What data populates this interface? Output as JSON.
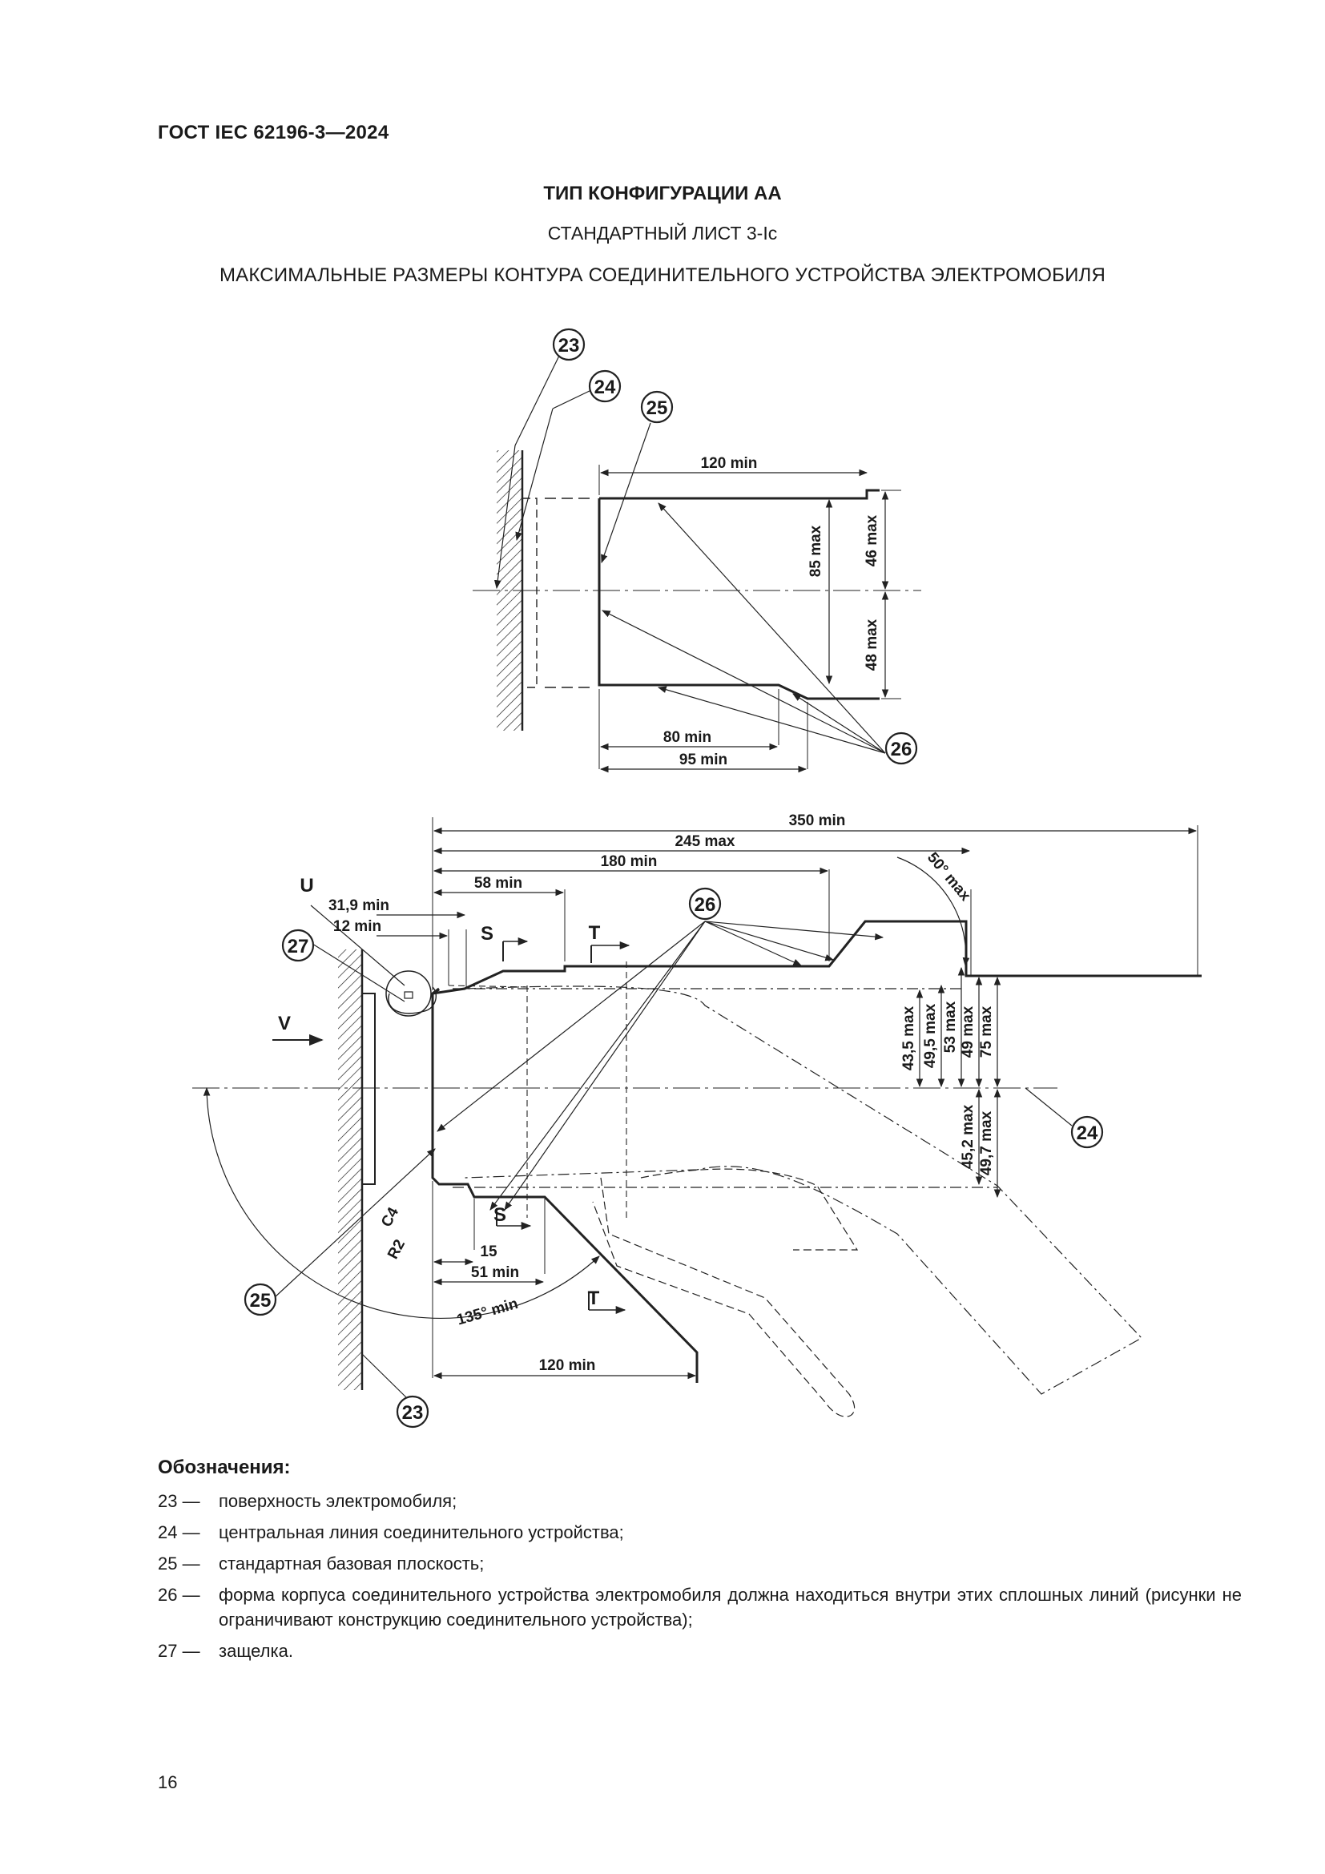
{
  "header": {
    "doc_code": "ГОСТ IEC 62196-3—2024"
  },
  "titles": {
    "line1": "ТИП КОНФИГУРАЦИИ АА",
    "line2": "СТАНДАРТНЫЙ ЛИСТ 3-Ic",
    "line3": "МАКСИМАЛЬНЫЕ РАЗМЕРЫ КОНТУРА СОЕДИНИТЕЛЬНОГО УСТРОЙСТВА ЭЛЕКТРОМОБИЛЯ"
  },
  "figure": {
    "top_view": {
      "callouts": [
        "23",
        "24",
        "25",
        "26"
      ],
      "dims": {
        "width_min": "120 min",
        "height_max": "85 max",
        "upper_max": "46 max",
        "lower_max": "48 max",
        "step1_min": "80 min",
        "step2_min": "95 min"
      }
    },
    "side_view": {
      "callouts": [
        "23",
        "24",
        "25",
        "26",
        "27"
      ],
      "letters": {
        "u": "U",
        "v": "V",
        "s": "S",
        "t": "T"
      },
      "dims": {
        "d350": "350 min",
        "d245": "245 max",
        "d180": "180 min",
        "d58": "58 min",
        "d319": "31,9 min",
        "d12": "12 min",
        "a50": "50° max",
        "v435": "43,5 max",
        "v495": "49,5 max",
        "v53": "53 max",
        "v49": "49 max",
        "v75": "75 max",
        "v452": "45,2 max",
        "v497": "49,7 max",
        "c4": "C4",
        "r2": "R2",
        "d15": "15",
        "d51": "51 min",
        "a135": "135° min",
        "d120": "120 min"
      }
    }
  },
  "legend": {
    "title": "Обозначения:",
    "items": [
      {
        "num": "23 —",
        "text": "поверхность электромобиля;"
      },
      {
        "num": "24 —",
        "text": "центральная линия соединительного устройства;"
      },
      {
        "num": "25 —",
        "text": "стандартная базовая плоскость;"
      },
      {
        "num": "26 —",
        "text": "форма корпуса соединительного устройства электромобиля должна находиться внутри этих сплошных линий (рисунки не ограничивают конструкцию соединительного устройства);"
      },
      {
        "num": "27 —",
        "text": "защелка."
      }
    ]
  },
  "page_number": "16"
}
